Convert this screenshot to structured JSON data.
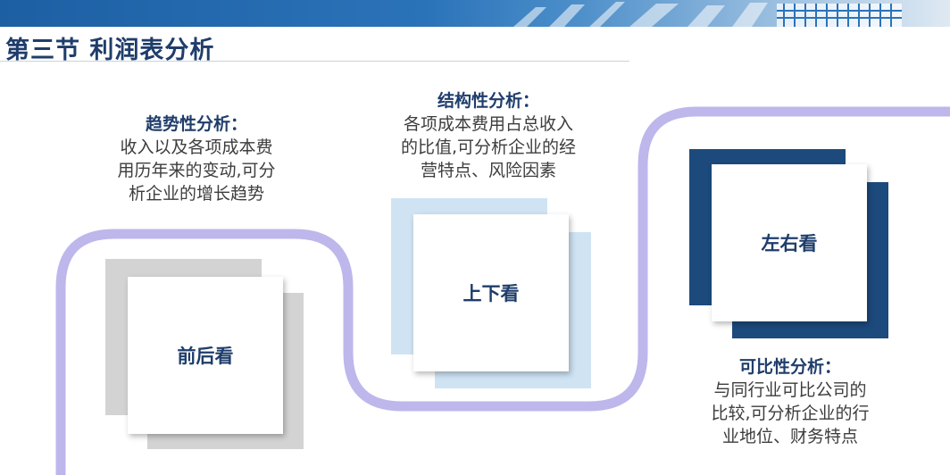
{
  "header": {
    "title": "第三节 利润表分析"
  },
  "blocks": {
    "trend": {
      "title": "趋势性分析：",
      "lines": [
        "收入以及各项成本费",
        "用历年来的变动,可分",
        "析企业的增长趋势"
      ],
      "card_label": "前后看"
    },
    "structure": {
      "title": "结构性分析：",
      "lines": [
        "各项成本费用占总收入",
        "的比值,可分析企业的经",
        "营特点、风险因素"
      ],
      "card_label": "上下看"
    },
    "comparative": {
      "title": "可比性分析：",
      "lines": [
        "与同行业可比公司的",
        "比较,可分析企业的行",
        "业地位、财务特点"
      ],
      "card_label": "左右看"
    }
  },
  "colors": {
    "path": "#bdb7ec",
    "gray_square": "#d3d3d3",
    "light_blue_square": "#cfe3f3",
    "dark_blue_square": "#1c4a7c",
    "title_text": "#1f3d6b"
  }
}
